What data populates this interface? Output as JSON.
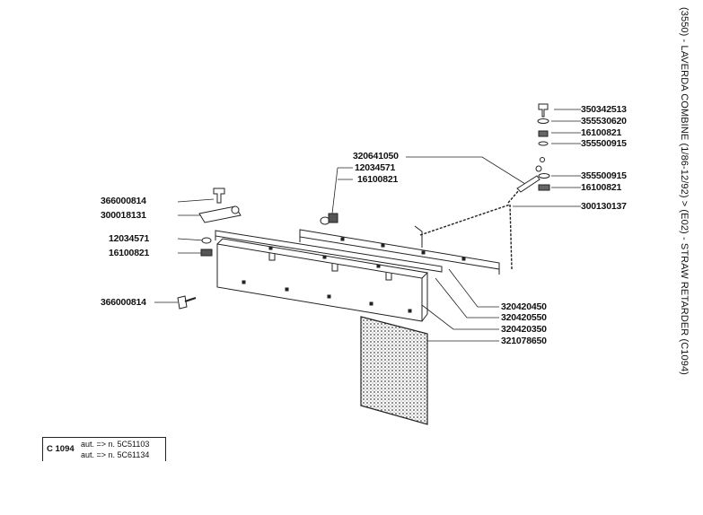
{
  "title": "(3550) - LAVERDA COMBINE (1/86-12/92) > (E02) - STRAW RETARDER (C1094)",
  "parts": {
    "p1": "350342513",
    "p2": "355530620",
    "p3": "16100821",
    "p4": "355500915",
    "p5": "320641050",
    "p6": "12034571",
    "p7": "16100821",
    "p8": "355500915",
    "p9": "16100821",
    "p10": "366000814",
    "p11": "300018131",
    "p12": "300130137",
    "p13": "12034571",
    "p14": "16100821",
    "p15": "366000814",
    "p16": "320420450",
    "p17": "320420550",
    "p18": "320420350",
    "p19": "321078650"
  },
  "reference": {
    "code": "C 1094",
    "line1": "aut. => n. 5C51103",
    "line2": "aut. => n. 5C61134"
  }
}
